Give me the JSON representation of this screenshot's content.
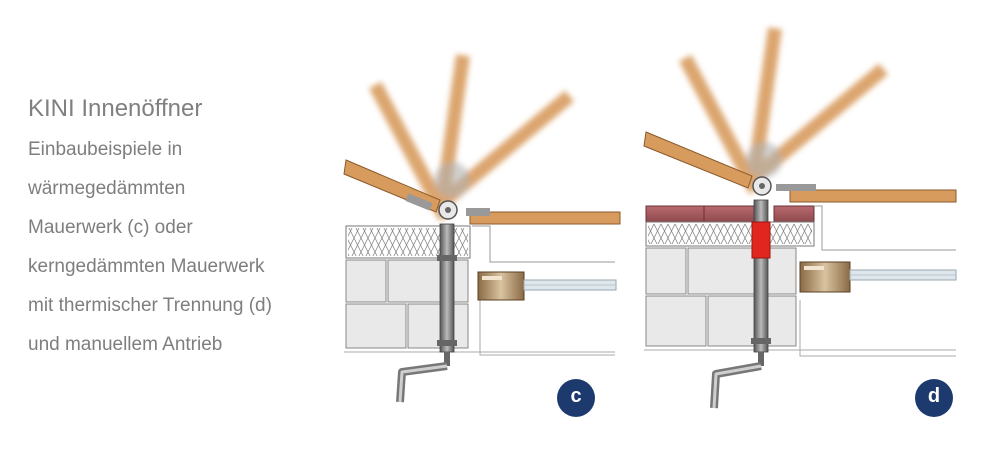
{
  "description": {
    "title": "KINI Innenöffner",
    "lines": [
      "Einbaubeispiele in",
      "wärmegedämmten",
      "Mauerwerk (c) oder",
      "kerngedämmten Mauerwerk",
      "mit thermischer Trennung (d)",
      "und manuellem Antrieb"
    ]
  },
  "illustrations": [
    {
      "label": "c",
      "thermal_break": false
    },
    {
      "label": "d",
      "thermal_break": true
    }
  ],
  "colors": {
    "badge": "#1d3a6e",
    "wood": "#d89b5e",
    "thermal_break": "#e0261f",
    "roof_tile": "#a35a5e"
  }
}
